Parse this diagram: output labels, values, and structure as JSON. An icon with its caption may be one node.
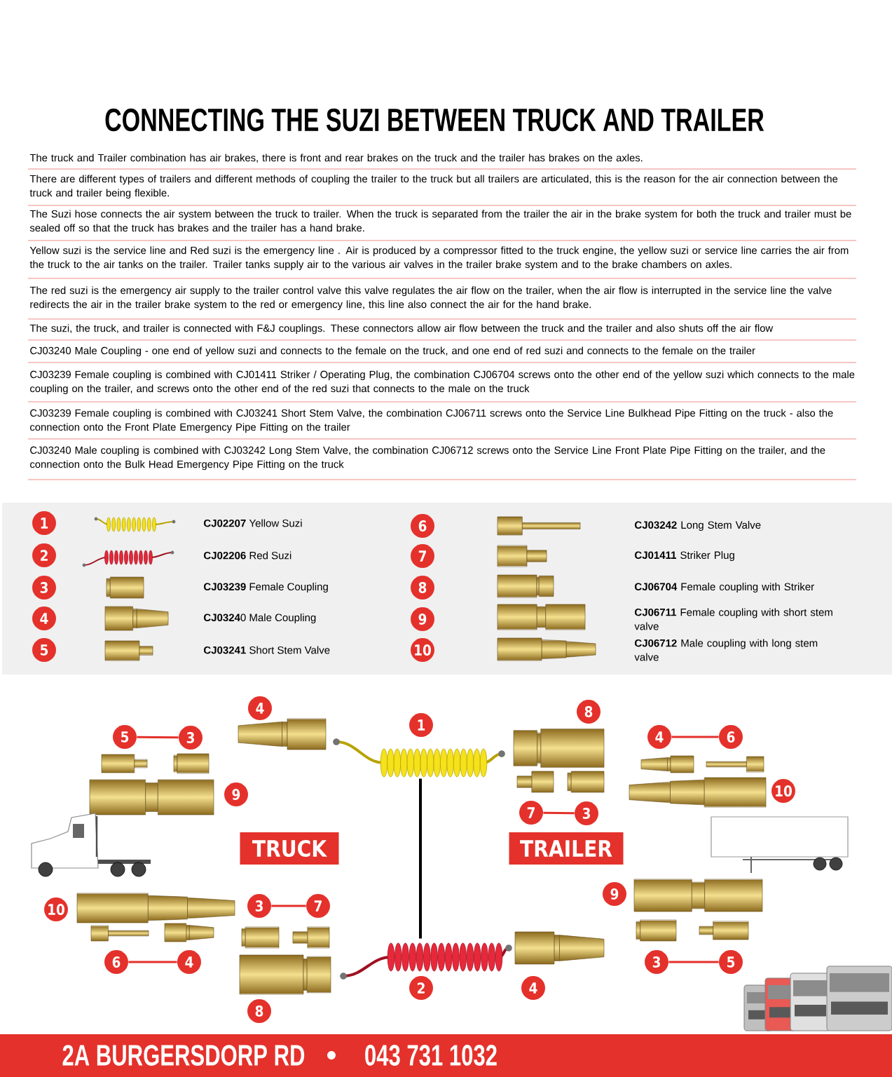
{
  "diagram": {
    "title": "CONNECTING THE SUZI BETWEEN TRUCK AND TRAILER",
    "nodes": [
      {
        "text": [
          "5"
        ]
      },
      {
        "text": [
          "3"
        ]
      },
      {
        "text": [
          "4"
        ]
      },
      {
        "text": [
          "6"
        ]
      },
      {
        "text": [
          "7"
        ]
      },
      {
        "text": [
          "3"
        ]
      },
      {
        "text": [
          "TRUCK"
        ]
      },
      {
        "text": [
          "TRAILER"
        ]
      },
      {
        "text": [
          "3"
        ]
      },
      {
        "text": [
          "7"
        ]
      },
      {
        "text": [
          "6"
        ]
      },
      {
        "text": [
          "4"
        ]
      },
      {
        "text": [
          "3"
        ]
      },
      {
        "text": [
          "5"
        ]
      },
      {
        "text": [],
        "shape": "picture"
      },
      {
        "text": [],
        "shape": "picture"
      },
      {
        "text": [
          "1"
        ]
      },
      {
        "text": [
          "6"
        ]
      },
      {
        "text": [
          "2"
        ]
      },
      {
        "text": [
          "7"
        ]
      },
      {
        "text": [
          "3"
        ]
      },
      {
        "text": [
          "8"
        ]
      },
      {
        "text": [
          "4"
        ]
      },
      {
        "text": [
          "9"
        ]
      },
      {
        "text": [
          "5"
        ]
      },
      {
        "text": [
          "10"
        ]
      },
      {
        "text": [
          "4"
        ]
      },
      {
        "text": [
          "1"
        ]
      },
      {
        "text": [
          "8"
        ]
      },
      {
        "text": [
          "9"
        ]
      },
      {
        "text": [
          "10"
        ]
      },
      {
        "text": [
          "9"
        ]
      },
      {
        "text": [
          "10"
        ]
      },
      {
        "text": [
          "2"
        ]
      },
      {
        "text": [
          "4"
        ]
      },
      {
        "text": [
          "8"
        ]
      }
    ],
    "edges": [
      {
        "from": 0,
        "to": 1,
        "arrow": "none"
      },
      {
        "from": 2,
        "to": 3,
        "arrow": "none"
      },
      {
        "from": 4,
        "to": 5,
        "arrow": "none"
      },
      {
        "from": 8,
        "to": 9,
        "arrow": "none"
      },
      {
        "from": 10,
        "to": 11,
        "arrow": "none"
      },
      {
        "from": 12,
        "to": 13,
        "arrow": "none"
      },
      {
        "from": 14,
        "to": 15,
        "arrow": "none",
        "color": "#000000"
      }
    ],
    "labels": [
      "The truck and Trailer combination has air brakes, there is front and rear brakes on the truck and the trailer has brakes on the axles.",
      "There are different types of trailers and different methods of coupling the trailer to the truck but all trailers are articulated, this is the reason for the air connection between the truck and trailer being flexible.",
      "The Suzi hose connects the air system between the truck to trailer. When the truck is separated from the trailer the air in the brake system for both the truck and trailer must be sealed off so that the truck has brakes and the trailer has a hand brake.",
      "Yellow suzi is the service line and Red suzi is the emergency line . Air is produced by a compressor fitted to the truck engine, the yellow suzi or service line carries the air from the truck to the air tanks on the trailer. Trailer tanks supply air to the various air valves in the trailer brake system and to the brake chambers on axles.",
      "The red suzi is the emergency air supply to the trailer control valve this valve regulates the air flow on the trailer, when the air flow is interrupted in the service line the valve redirects the air in the trailer brake system to the red or emergency line, this line also connect the air for the hand brake.",
      "The suzi, the truck, and trailer is connected with F&J couplings. These connectors allow air flow between the truck and the trailer and also shuts off the air flow",
      "CJ03240 Male Coupling - one end of yellow suzi and connects to the female on the truck, and one end of red suzi and connects to the female on the trailer",
      "CJ03239 Female coupling is combined with CJ01411 Striker / Operating Plug, the combination CJ06704 screws onto the other end of the yellow suzi which connects to the male coupling on the trailer, and screws onto the other end of the red suzi that connects to the male on the truck",
      "CJ03239 Female coupling is combined with CJ03241 Short Stem Valve, the combination CJ06711 screws onto the Service Line Bulkhead Pipe Fitting on the truck - also the connection onto the Front Plate Emergency Pipe Fitting on the trailer",
      "CJ03240 Male coupling is combined with CJ03242 Long Stem Valve, the combination CJ06712 screws onto the Service Line Front Plate Pipe Fitting on the trailer, and the connection onto the Bulk Head Emergency Pipe Fitting on the truck",
      "**CJ02207** Yellow Suzi",
      "**CJ03242** Long Stem Valve",
      "**CJ02206** Red Suzi",
      "**CJ01411** Striker Plug",
      "**CJ03239** Female Coupling",
      "**CJ06704** Female coupling with Striker",
      "**CJ0324**0 Male Coupling",
      "**CJ06711** Female coupling with short stem valve",
      "**CJ03241** Short Stem Valve",
      "**CJ06712** Male coupling with long stem valve",
      "2A BURGERSDORP RD",
      "043 731 1032"
    ]
  }
}
